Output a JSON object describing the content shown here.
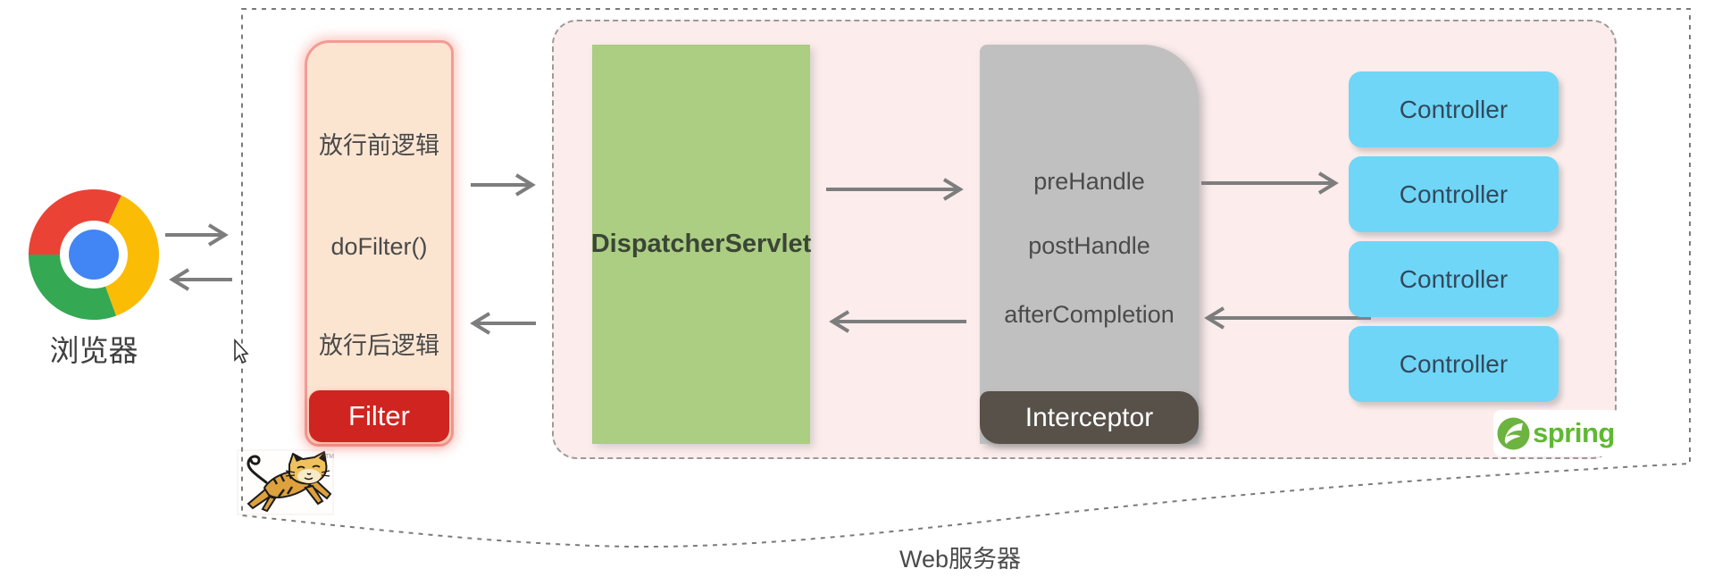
{
  "diagram": {
    "title_context": "Spring MVC filter & interceptor request flow",
    "browser": {
      "label": "浏览器"
    },
    "filter": {
      "pre_label": "放行前逻辑",
      "method_label": "doFilter()",
      "post_label": "放行后逻辑",
      "title": "Filter"
    },
    "dispatcher": {
      "title": "DispatcherServlet"
    },
    "interceptor": {
      "methods": [
        "preHandle",
        "postHandle",
        "afterCompletion"
      ],
      "title": "Interceptor"
    },
    "controllers": [
      "Controller",
      "Controller",
      "Controller",
      "Controller"
    ],
    "server_label": "Web服务器",
    "spring": {
      "label": "spring"
    },
    "tomcat": {
      "trademark": "TM"
    },
    "colors": {
      "panel_pink": "#fcecec",
      "filter_fill": "#fbe5d1",
      "filter_border": "#f49b93",
      "filter_red": "#d02420",
      "dispatcher_green": "#abce82",
      "interceptor_gray": "#c1c0c0",
      "interceptor_dark": "#575149",
      "controller_blue": "#6fd6f8",
      "spring_green": "#5fb832",
      "arrow_gray": "#7d7d7d",
      "chrome_red": "#ea4335",
      "chrome_yellow": "#fbbc05",
      "chrome_green": "#34a853",
      "chrome_blue": "#4285f4"
    }
  }
}
